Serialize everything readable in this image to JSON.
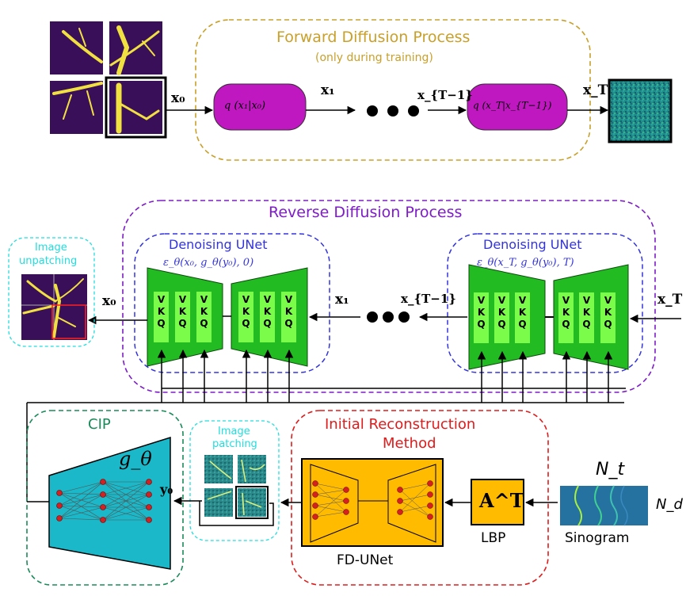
{
  "colors": {
    "forward": "#c8a02a",
    "reverse": "#7d1cc8",
    "unet_box": "#3333dd",
    "init_recon": "#e01b1b",
    "cip": "#1a8a5a",
    "cyan": "#22dddd",
    "magenta": "#c018c0",
    "green": "#22bb22",
    "orange": "#ffbb00",
    "teal": "#1ab8c8"
  },
  "forward": {
    "title": "Forward Diffusion Process",
    "subtitle": "(only during training)",
    "x0": "x₀",
    "x1": "x₁",
    "xT1": "x_{T−1}",
    "xT": "x_T",
    "q1": "q (x₁|x₀)",
    "qT": "q (x_T|x_{T−1})"
  },
  "reverse": {
    "title": "Reverse Diffusion Process",
    "unet_left_title": "Denoising UNet",
    "unet_left_formula": "ε_θ(x₀, g_θ(y₀), 0)",
    "unet_right_title": "Denoising UNet",
    "unet_right_formula": "ε_θ(x_T, g_θ(y₀), T)",
    "x0": "x₀",
    "x1": "x₁",
    "xT1": "x_{T−1}",
    "xT": "x_T",
    "kvq": "V\nK\nQ"
  },
  "unpatching": {
    "title_line1": "Image",
    "title_line2": "unpatching"
  },
  "cip": {
    "title": "CIP",
    "g": "g_θ",
    "y0": "y₀"
  },
  "patching": {
    "title_line1": "Image",
    "title_line2": "patching"
  },
  "init_recon": {
    "title_line1": "Initial Reconstruction",
    "title_line2": "Method",
    "fdunet": "FD-UNet",
    "at": "A^T",
    "lbp": "LBP",
    "sinogram": "Sinogram",
    "nt": "N_t",
    "nd": "N_d"
  }
}
